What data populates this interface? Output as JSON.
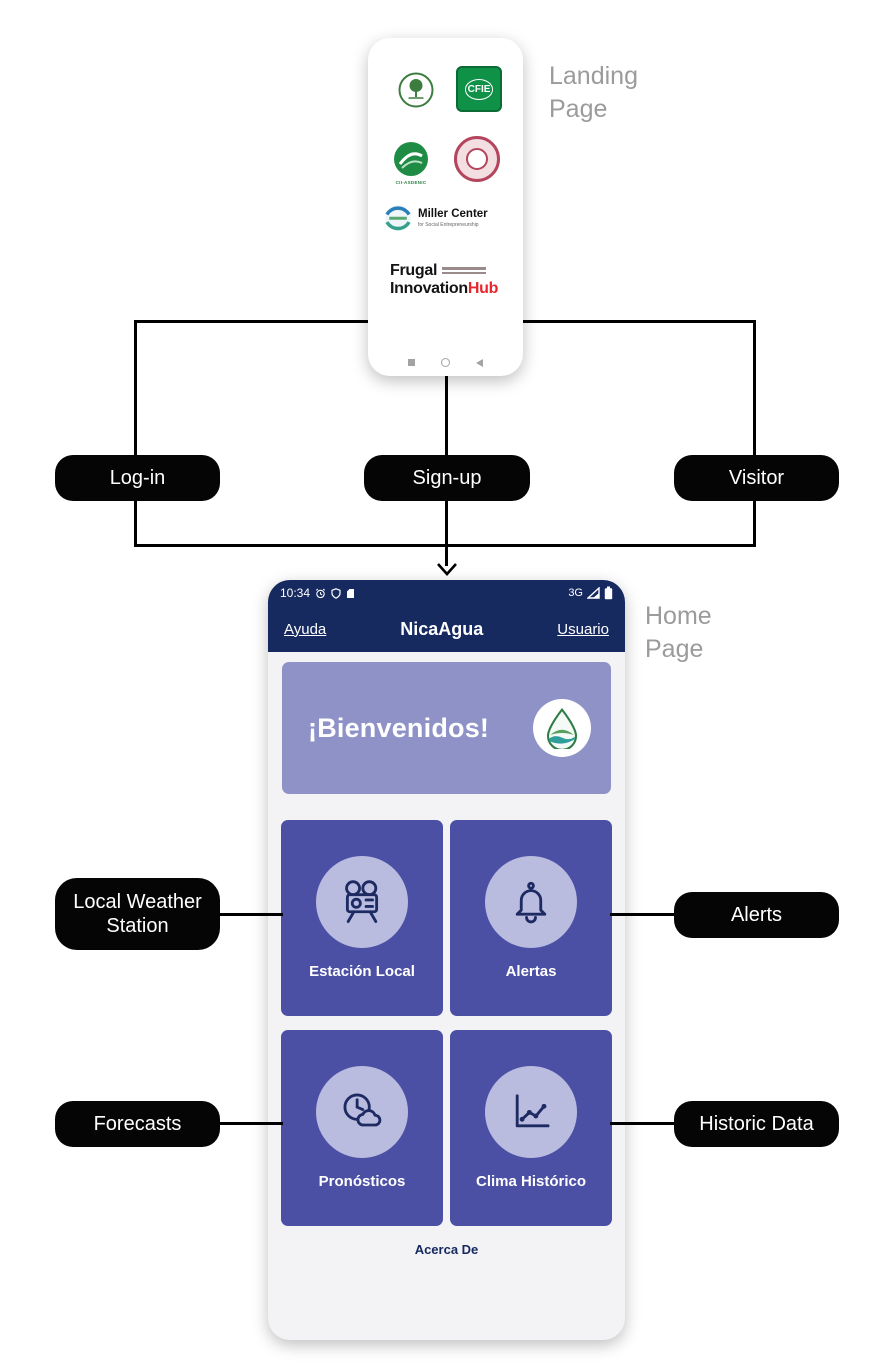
{
  "colors": {
    "navy": "#172a60",
    "tile_indigo": "#4c50a4",
    "welcome_purple": "#8e92c7",
    "icon_circle": "#b9bcdf",
    "pill_black": "#050505",
    "hub_red": "#e8262d",
    "logo_green": "#0f9148"
  },
  "landing": {
    "page_label": "Landing\nPage",
    "logos": {
      "cfie_label": "CFIE",
      "cii_label": "CII-ASDENIC",
      "miller_title": "Miller Center",
      "miller_subtitle": "for Social Entrepreneurship",
      "frugal_line1": "Frugal",
      "frugal_line2_black": "Innovation",
      "frugal_line2_red": "Hub"
    }
  },
  "flow": {
    "login_label": "Log-in",
    "signup_label": "Sign-up",
    "visitor_label": "Visitor"
  },
  "home": {
    "page_label": "Home\nPage",
    "status_bar": {
      "time": "10:34",
      "network": "3G"
    },
    "header": {
      "help_link": "Ayuda",
      "title": "NicaAgua",
      "user_link": "Usuario"
    },
    "welcome_text": "¡Bienvenidos!",
    "tiles": [
      {
        "label": "Estación Local",
        "icon": "weather-station-icon"
      },
      {
        "label": "Alertas",
        "icon": "alert-bell-icon"
      },
      {
        "label": "Pronósticos",
        "icon": "forecast-clock-cloud-icon"
      },
      {
        "label": "Clima Histórico",
        "icon": "line-chart-icon"
      }
    ],
    "about_link": "Acerca De"
  },
  "annotations": {
    "local_weather_station": "Local Weather Station",
    "alerts": "Alerts",
    "forecasts": "Forecasts",
    "historic_data": "Historic Data"
  }
}
